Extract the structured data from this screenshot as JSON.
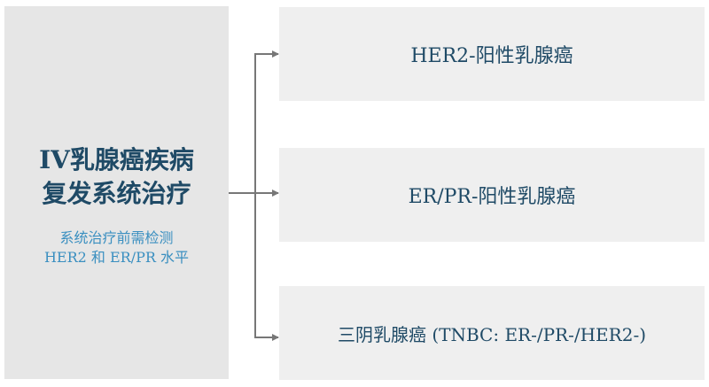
{
  "source": {
    "title_line1": "IV乳腺癌疾病",
    "title_line2": "复发系统治疗",
    "note_line1": "系统治疗前需检测",
    "note_line2": "HER2 和 ER/PR 水平"
  },
  "targets": [
    {
      "label": "HER2-阳性乳腺癌"
    },
    {
      "label": "ER/PR-阳性乳腺癌"
    },
    {
      "label": "三阴乳腺癌 (TNBC: ER-/PR-/HER2-)"
    }
  ],
  "colors": {
    "title": "#1f4a66",
    "note": "#3a8fc0",
    "box_fill": "#efefef",
    "left_fill": "#e6e6e6",
    "connector": "#777777"
  }
}
